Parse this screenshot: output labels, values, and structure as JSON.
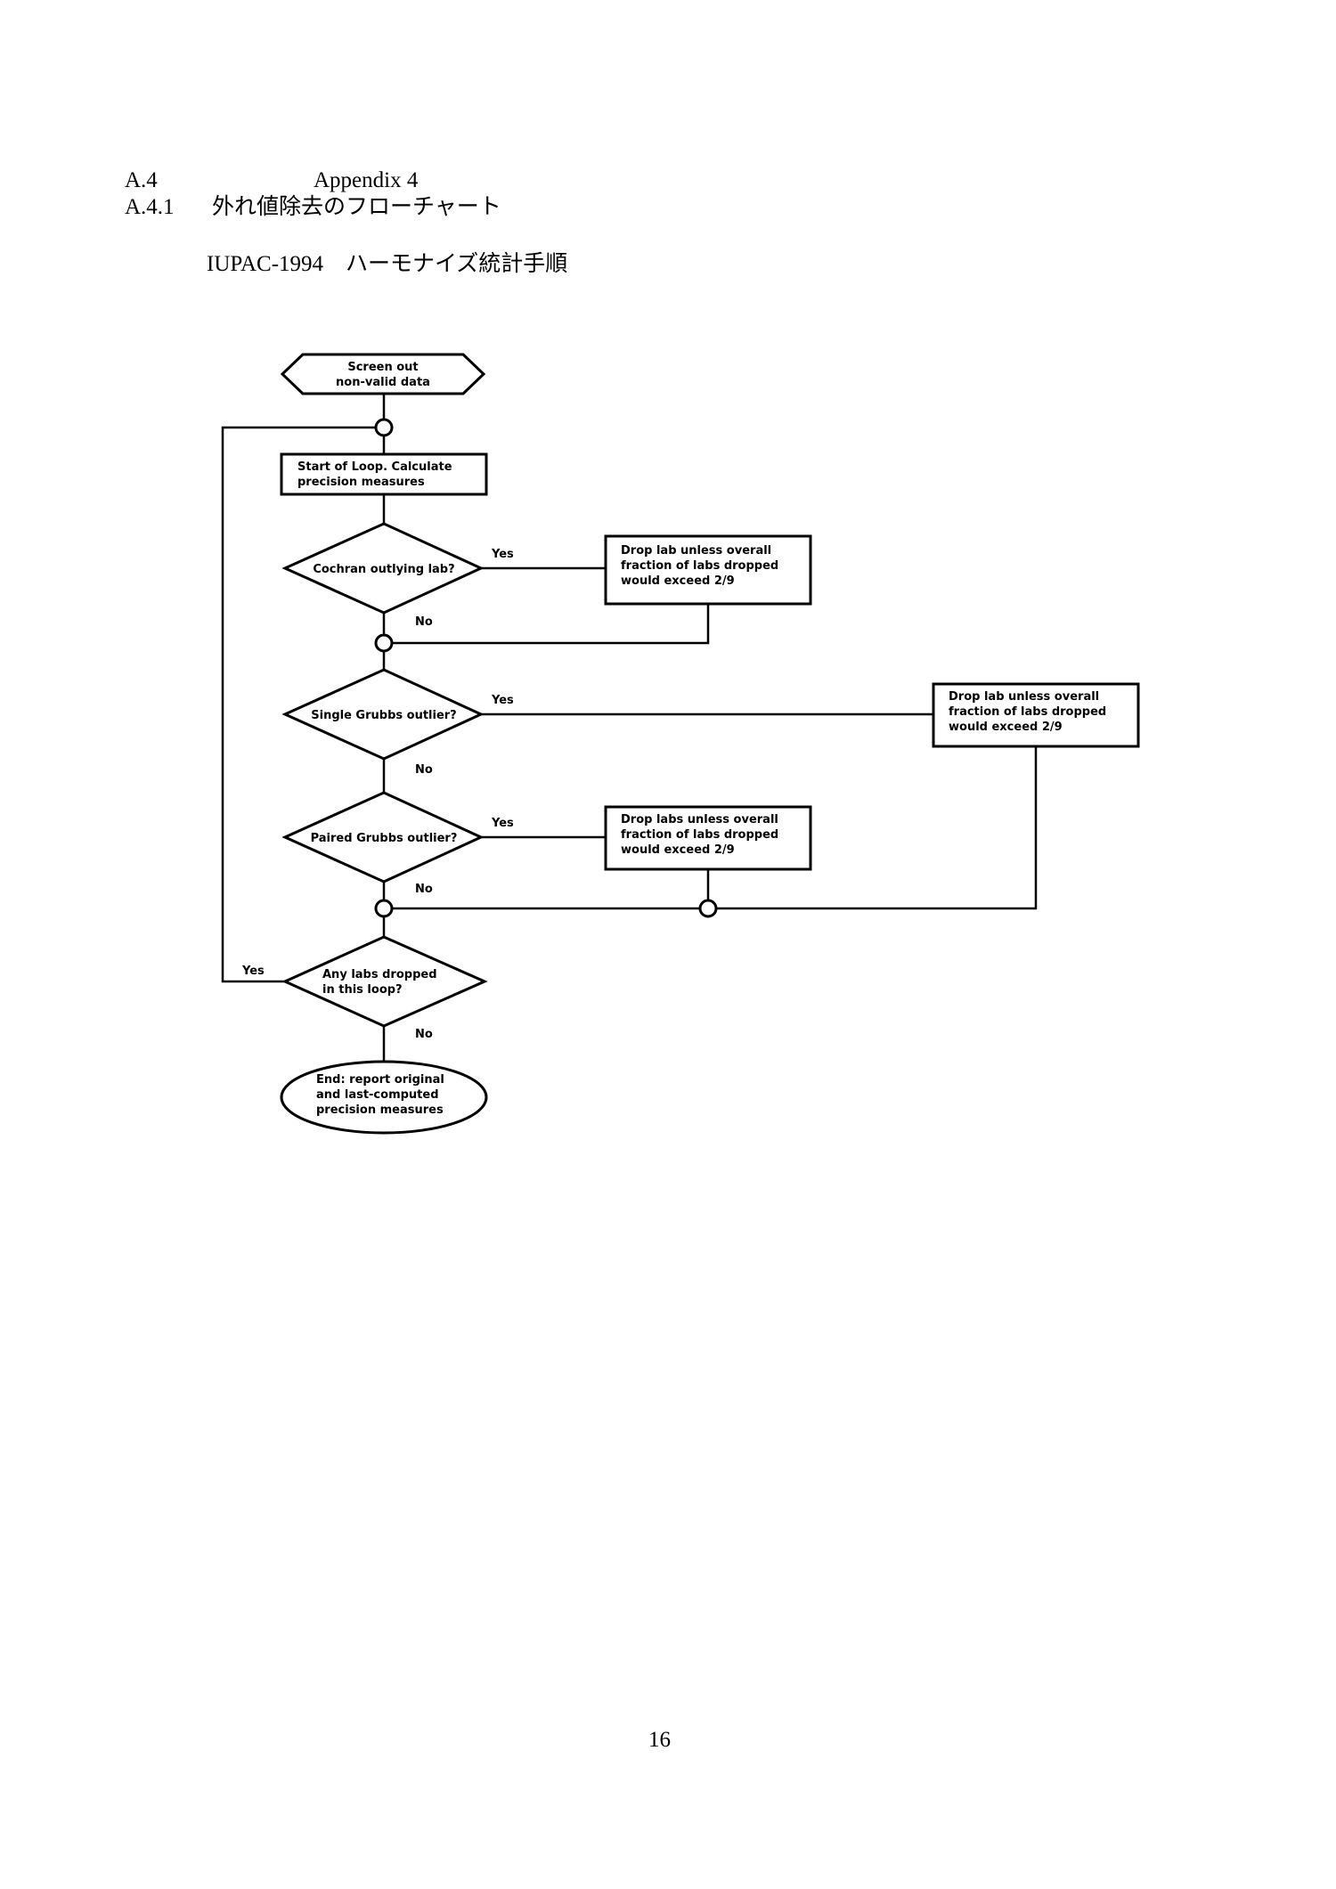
{
  "header": {
    "section_number": "A.4",
    "section_title": "Appendix 4",
    "subsection_number": "A.4.1",
    "subsection_title": "外れ値除去のフローチャート",
    "standard_line": "IUPAC-1994　ハーモナイズ統計手順"
  },
  "flowchart": {
    "start": [
      "Screen out",
      "non-valid data"
    ],
    "loop_start": [
      "Start of Loop. Calculate",
      "precision measures"
    ],
    "decision_cochran": "Cochran outlying lab?",
    "action_cochran": [
      "Drop lab unless overall",
      "fraction of labs dropped",
      "would exceed 2/9"
    ],
    "decision_single": "Single Grubbs outlier?",
    "action_single": [
      "Drop lab unless overall",
      "fraction of labs dropped",
      "would exceed 2/9"
    ],
    "decision_paired": "Paired Grubbs outlier?",
    "action_paired": [
      "Drop labs unless overall",
      "fraction of labs dropped",
      "would exceed 2/9"
    ],
    "decision_any": [
      "Any labs dropped",
      "in this loop?"
    ],
    "end": [
      "End: report original",
      "and last-computed",
      "precision measures"
    ],
    "yes_label": "Yes",
    "no_label": "No"
  },
  "footer": {
    "page_number": "16"
  }
}
